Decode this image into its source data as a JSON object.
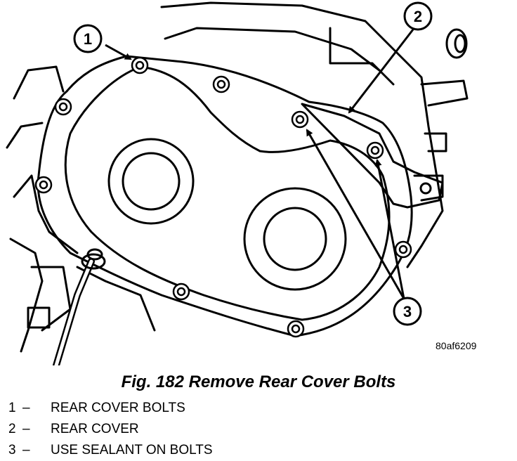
{
  "figure_code": "80af6209",
  "caption": "Fig. 182 Remove Rear Cover Bolts",
  "callouts": [
    "1",
    "2",
    "3"
  ],
  "legend": [
    {
      "num": "1",
      "sep": "–",
      "text": "REAR COVER BOLTS"
    },
    {
      "num": "2",
      "sep": "–",
      "text": "REAR COVER"
    },
    {
      "num": "3",
      "sep": "–",
      "text": "USE SEALANT ON BOLTS"
    }
  ]
}
